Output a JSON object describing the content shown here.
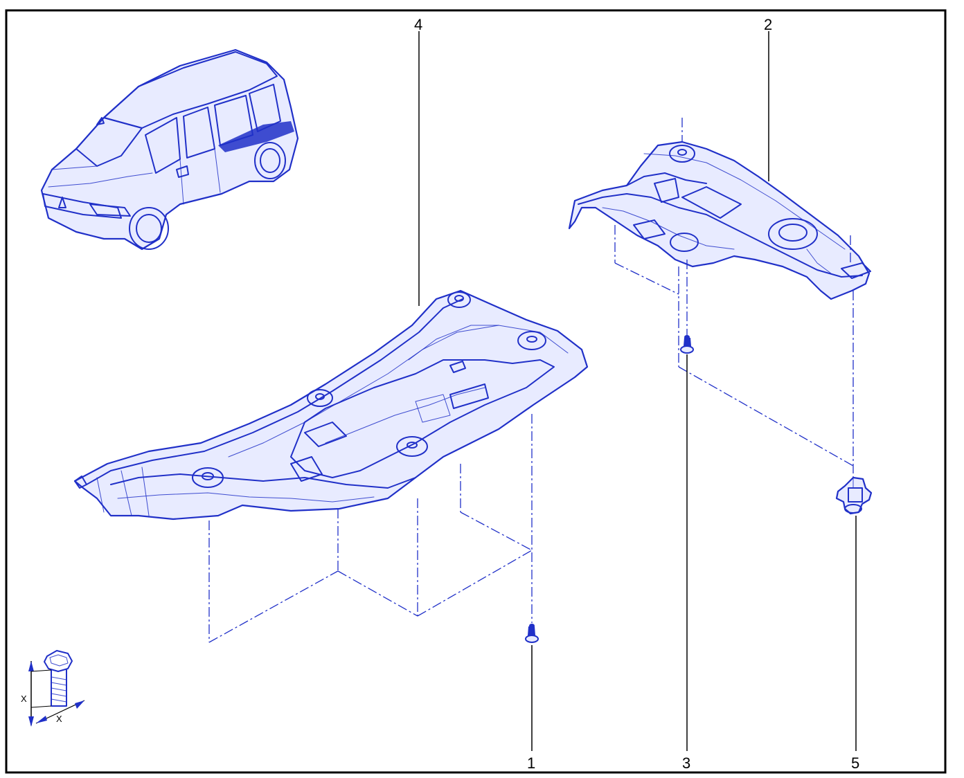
{
  "callouts": {
    "c1": "1",
    "c2": "2",
    "c3": "3",
    "c4": "4",
    "c5": "5"
  },
  "bolt_dimensions": {
    "length_label": "X",
    "diameter_label": "X"
  },
  "colors": {
    "line": "#2030c8",
    "fill": "#e8ebff",
    "frame": "#000000"
  },
  "icons": {
    "vehicle": "minivan-location-icon",
    "bolt": "bolt-dimension-icon"
  }
}
